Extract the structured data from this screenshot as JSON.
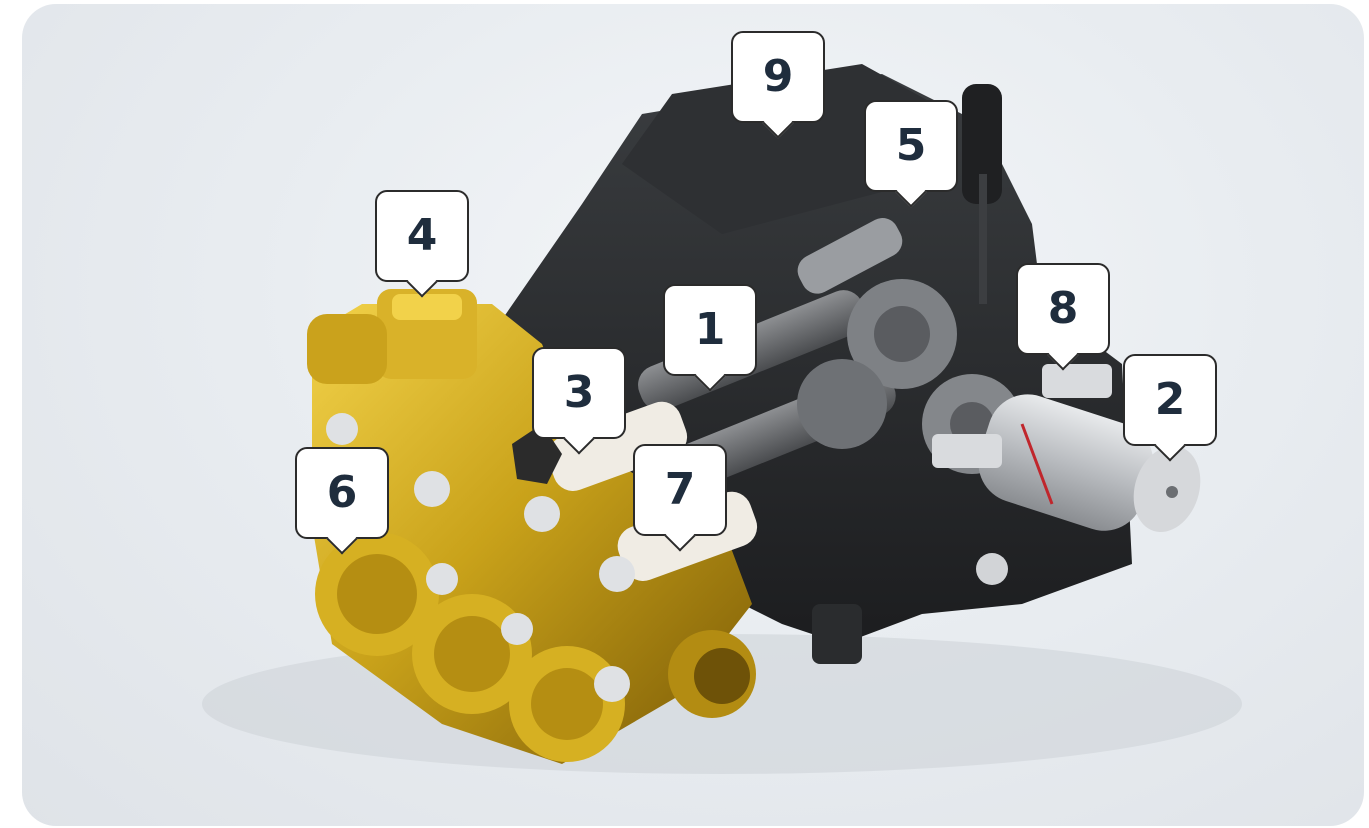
{
  "diagram": {
    "callouts": [
      {
        "id": "9",
        "label": "9"
      },
      {
        "id": "5",
        "label": "5"
      },
      {
        "id": "4",
        "label": "4"
      },
      {
        "id": "1",
        "label": "1"
      },
      {
        "id": "8",
        "label": "8"
      },
      {
        "id": "3",
        "label": "3"
      },
      {
        "id": "2",
        "label": "2"
      },
      {
        "id": "6",
        "label": "6"
      },
      {
        "id": "7",
        "label": "7"
      }
    ],
    "colors": {
      "background": "#e9edf1",
      "brass": "#c9a21a",
      "housing": "#2a2c2e",
      "steel": "#b9bcc0",
      "ceramic": "#f0ece4",
      "callout_text": "#1f2d3d"
    }
  }
}
